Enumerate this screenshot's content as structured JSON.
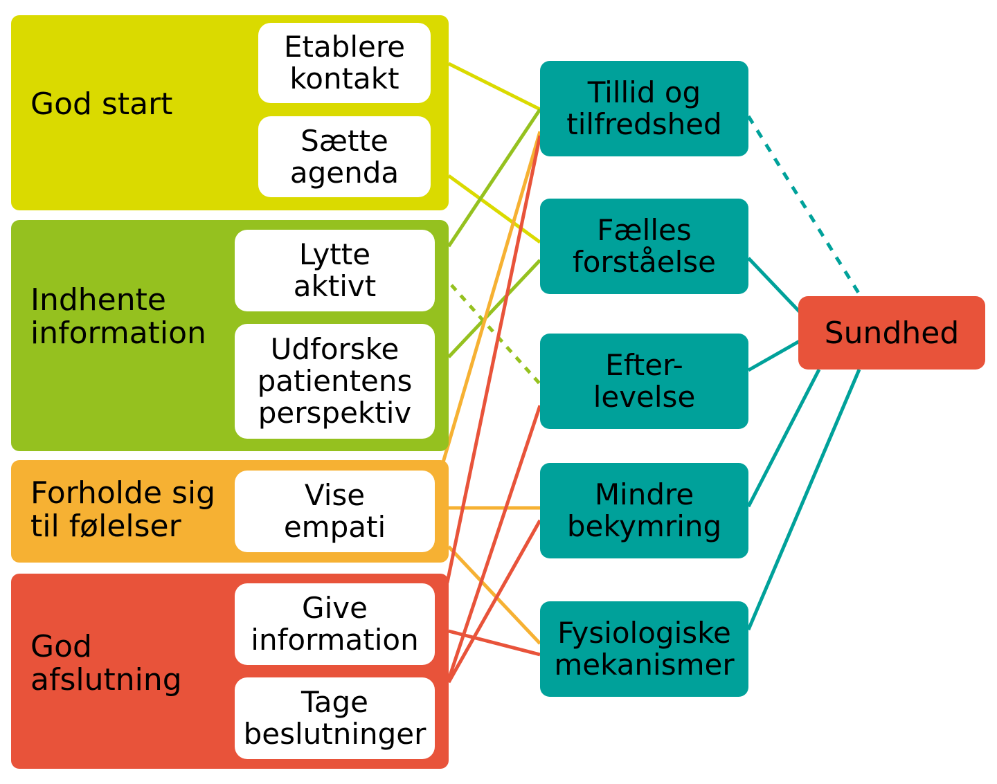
{
  "groups": {
    "god_start": {
      "label": "God start",
      "color": "#dada00"
    },
    "indhente": {
      "label": "Indhente\ninformation",
      "color": "#95c11f"
    },
    "forholde": {
      "label": "Forholde sig\ntil følelser",
      "color": "#f6b133"
    },
    "afslutning": {
      "label": "God\nafslutning",
      "color": "#e8533a"
    }
  },
  "skills": {
    "etablere": "Etablere\nkontakt",
    "saette": "Sætte\nagenda",
    "lytte": "Lytte\naktivt",
    "udforske": "Udforske\npatientens\nperspektiv",
    "vise": "Vise\nempati",
    "give": "Give\ninformation",
    "tage": "Tage\nbeslutninger"
  },
  "outcomes": {
    "tillid": "Tillid og\ntilfredshed",
    "faelles": "Fælles\nforståelse",
    "efter": "Efter-\nlevelse",
    "mindre": "Mindre\nbekymring",
    "fysio": "Fysiologiske\nmekanismer"
  },
  "health": "Sundhed",
  "colors": {
    "teal": "#00a19a",
    "yellow": "#dada00",
    "green": "#95c11f",
    "orange": "#f6b133",
    "red": "#e8533a"
  }
}
